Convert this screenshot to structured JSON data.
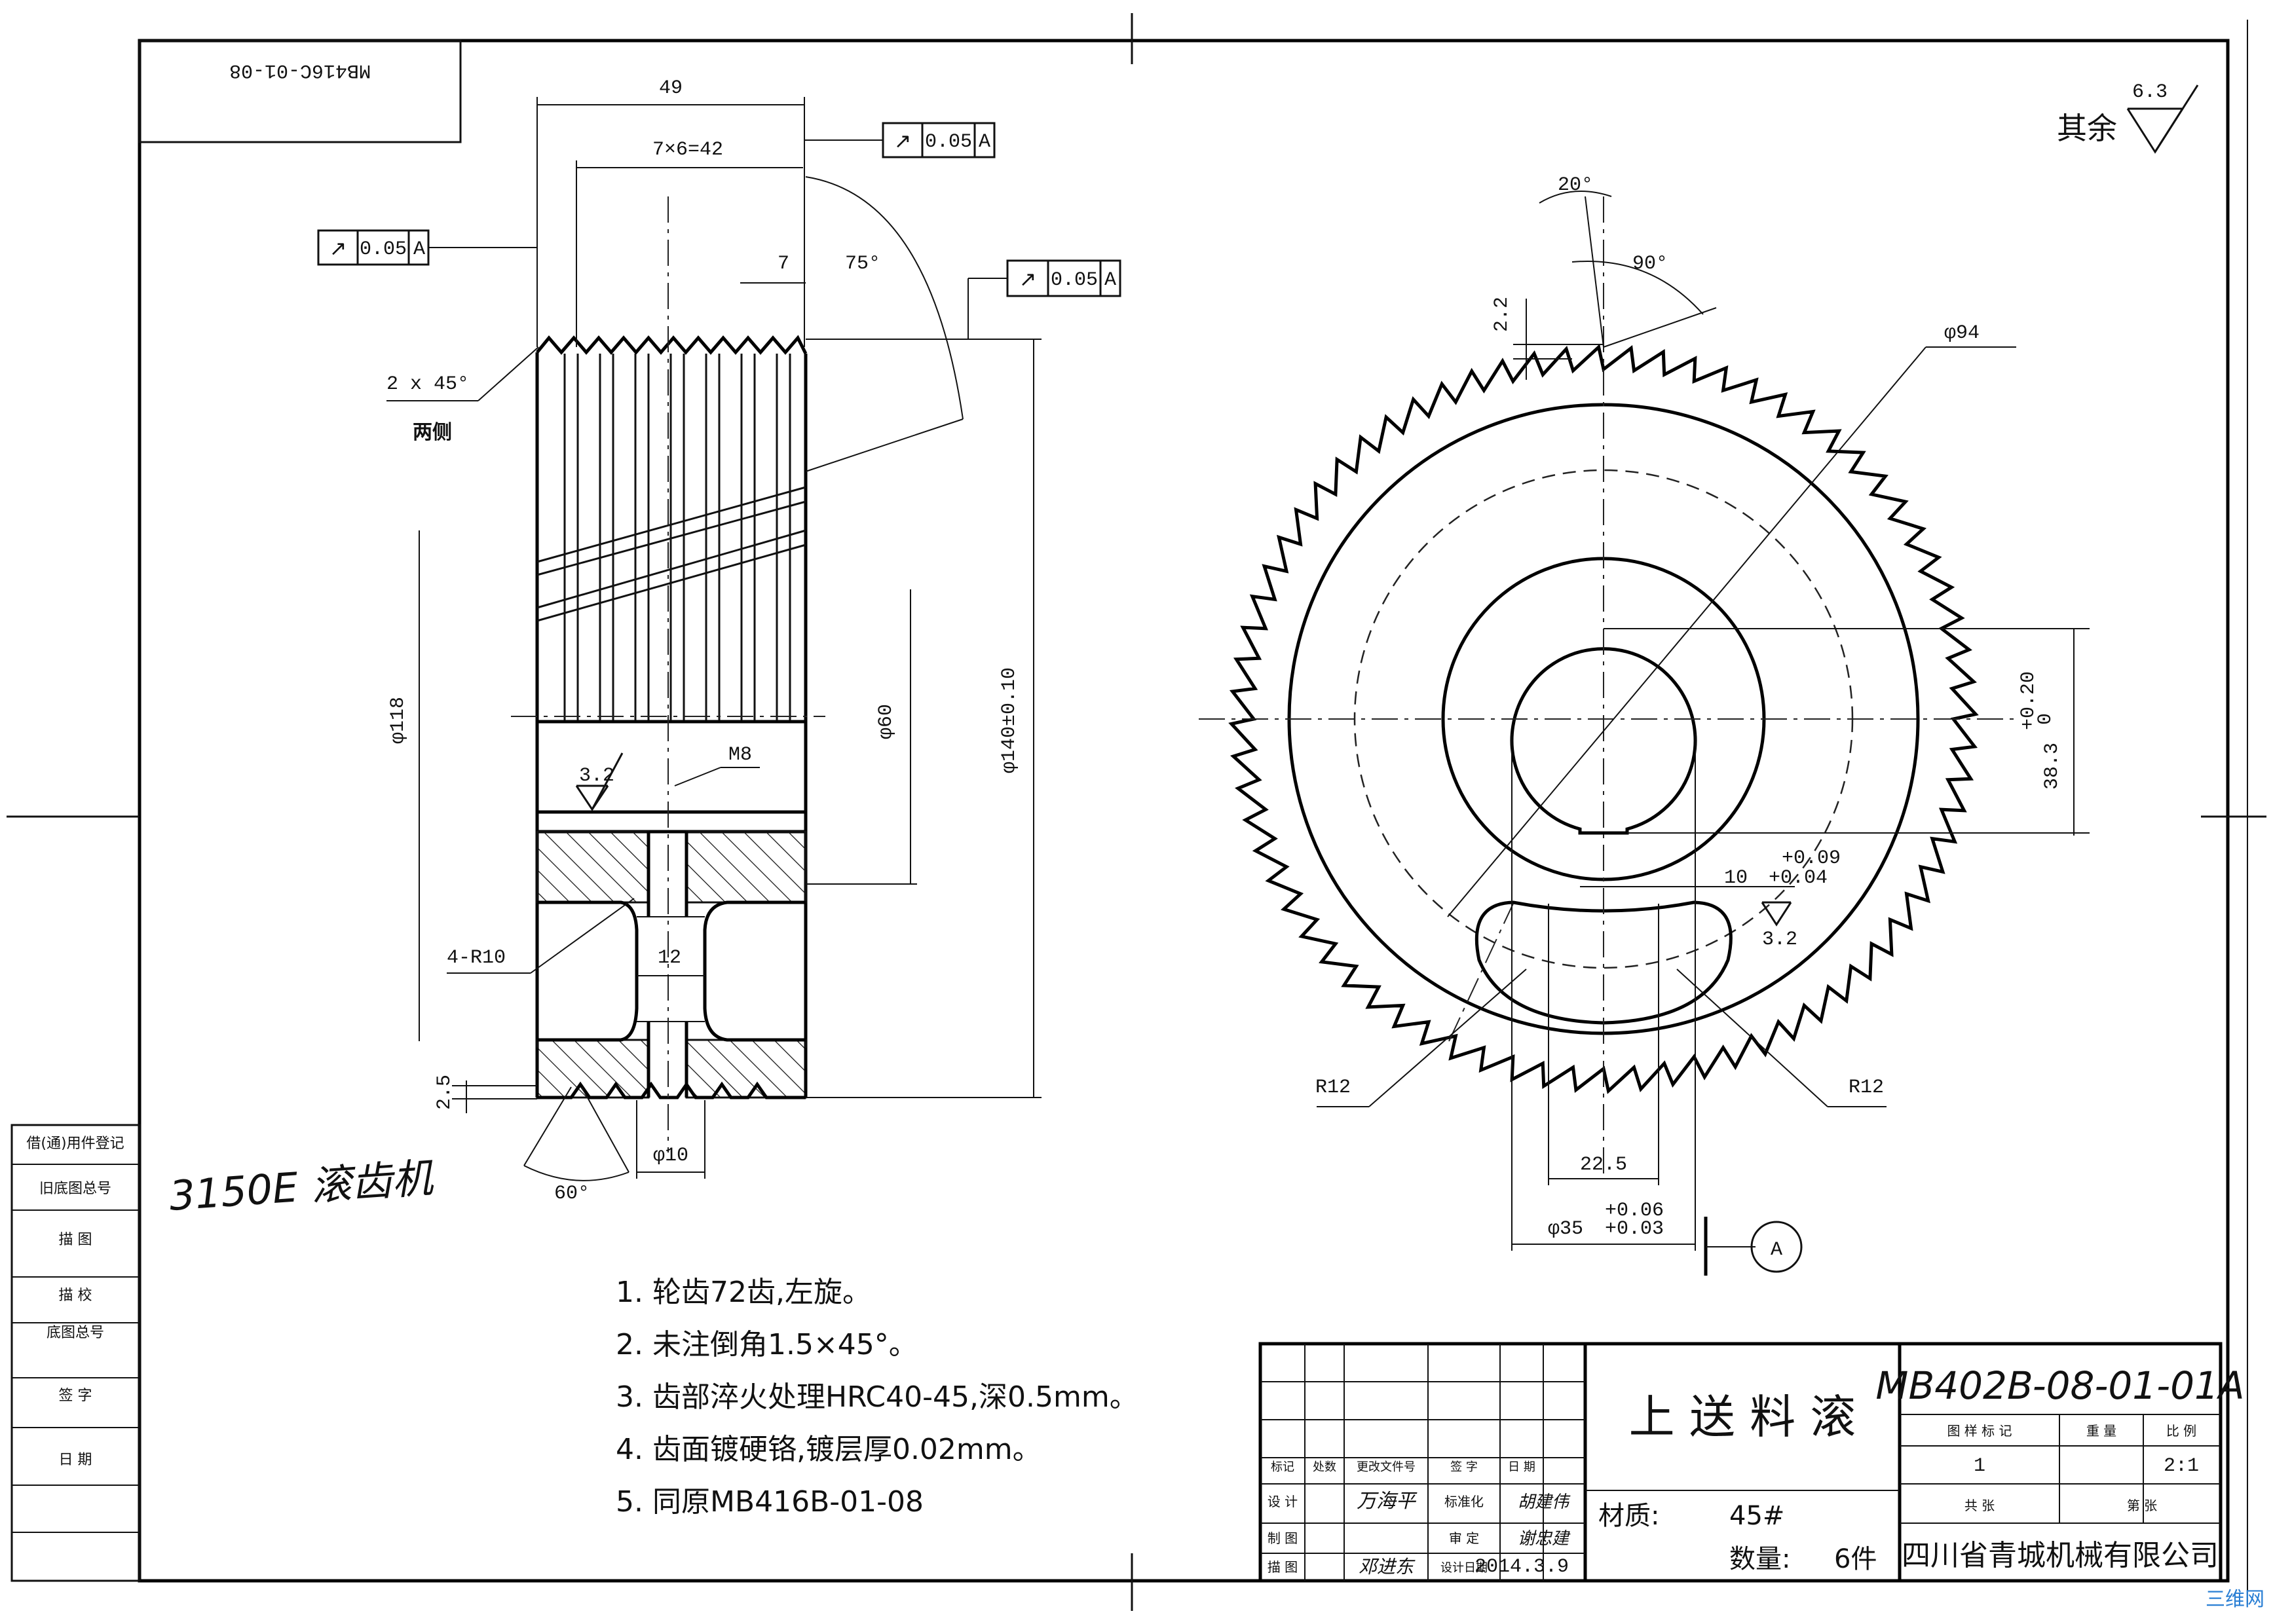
{
  "title_block": {
    "part_name": "上 送 料 滚",
    "drawing_number": "MB402B-08-01-01A",
    "material_label": "材质:",
    "material_value": "45#",
    "quantity_label": "数量:",
    "quantity_value": "6件",
    "company": "四川省青城机械有限公司",
    "scale": "2:1",
    "count": "1",
    "header_cols": [
      "图 样 标 记",
      "重 量",
      "比 例"
    ],
    "footer_cols": [
      "共  张",
      "第  张"
    ],
    "left_rows": [
      [
        "标记",
        "处数",
        "更改文件号",
        "签 字",
        "日 期"
      ],
      [
        "设 计",
        "万海平",
        "标准化",
        "胡建伟",
        ""
      ],
      [
        "制 图",
        "",
        "审 定",
        "谢忠建",
        ""
      ],
      [
        "描 图",
        "邓进东",
        "设计日期",
        "2014.3.9",
        ""
      ]
    ]
  },
  "reversed_label": "MB416C-01-08",
  "handwritten_note": "3150E 滚齿机",
  "roughness_other": "其余",
  "roughness_other_value": "6.3",
  "notes": [
    "1. 轮齿72齿,左旋。",
    "2. 未注倒角1.5×45°。",
    "3. 齿部淬火处理HRC40-45,深0.5mm。",
    "4. 齿面镀硬铬,镀层厚0.02mm。",
    "5. 同原MB416B-01-08"
  ],
  "side_labels": [
    "借(通)用件登记",
    "旧底图总号",
    "底图总号",
    "签 字",
    "日 期",
    "描 图",
    "描 校"
  ],
  "dimensions": {
    "overall_width": "49",
    "tooth_pitch": "7×6=42",
    "tooth_spacing": "7",
    "helix_angle": "75°",
    "chamfer": "2 x 45°",
    "chamfer_sides": "两侧",
    "dia_118": "φ118",
    "dia_60": "φ60",
    "dia_140": "φ140±0.10",
    "thread": "M8",
    "fillet": "4-R10",
    "hub_width": "12",
    "tooth_depth": "2.5",
    "tooth_angle": "60°",
    "dia_10": "φ10",
    "roughness_hub": "3.2",
    "tooth_top_angle": "20°",
    "tooth_side_angle": "90°",
    "tooth_height": "2.2",
    "dia_94": "φ94",
    "keyway_height": "38.3",
    "keyway_tol_upper": "+0.20",
    "keyway_tol_lower": "0",
    "key_width": "10",
    "key_tol_upper": "+0.09",
    "key_tol_lower": "+0.04",
    "roughness_slot": "3.2",
    "slot_r12_left": "R12",
    "slot_r12_right": "R12",
    "slot_width": "22.5",
    "bore": "φ35",
    "bore_tol_upper": "+0.06",
    "bore_tol_lower": "+0.03",
    "datum": "A"
  },
  "tolerance_frames": [
    {
      "symbol": "↗",
      "value": "0.05",
      "datum": "A"
    },
    {
      "symbol": "↗",
      "value": "0.05",
      "datum": "A"
    },
    {
      "symbol": "↗",
      "value": "0.05",
      "datum": "A"
    }
  ],
  "watermark": "三维网"
}
